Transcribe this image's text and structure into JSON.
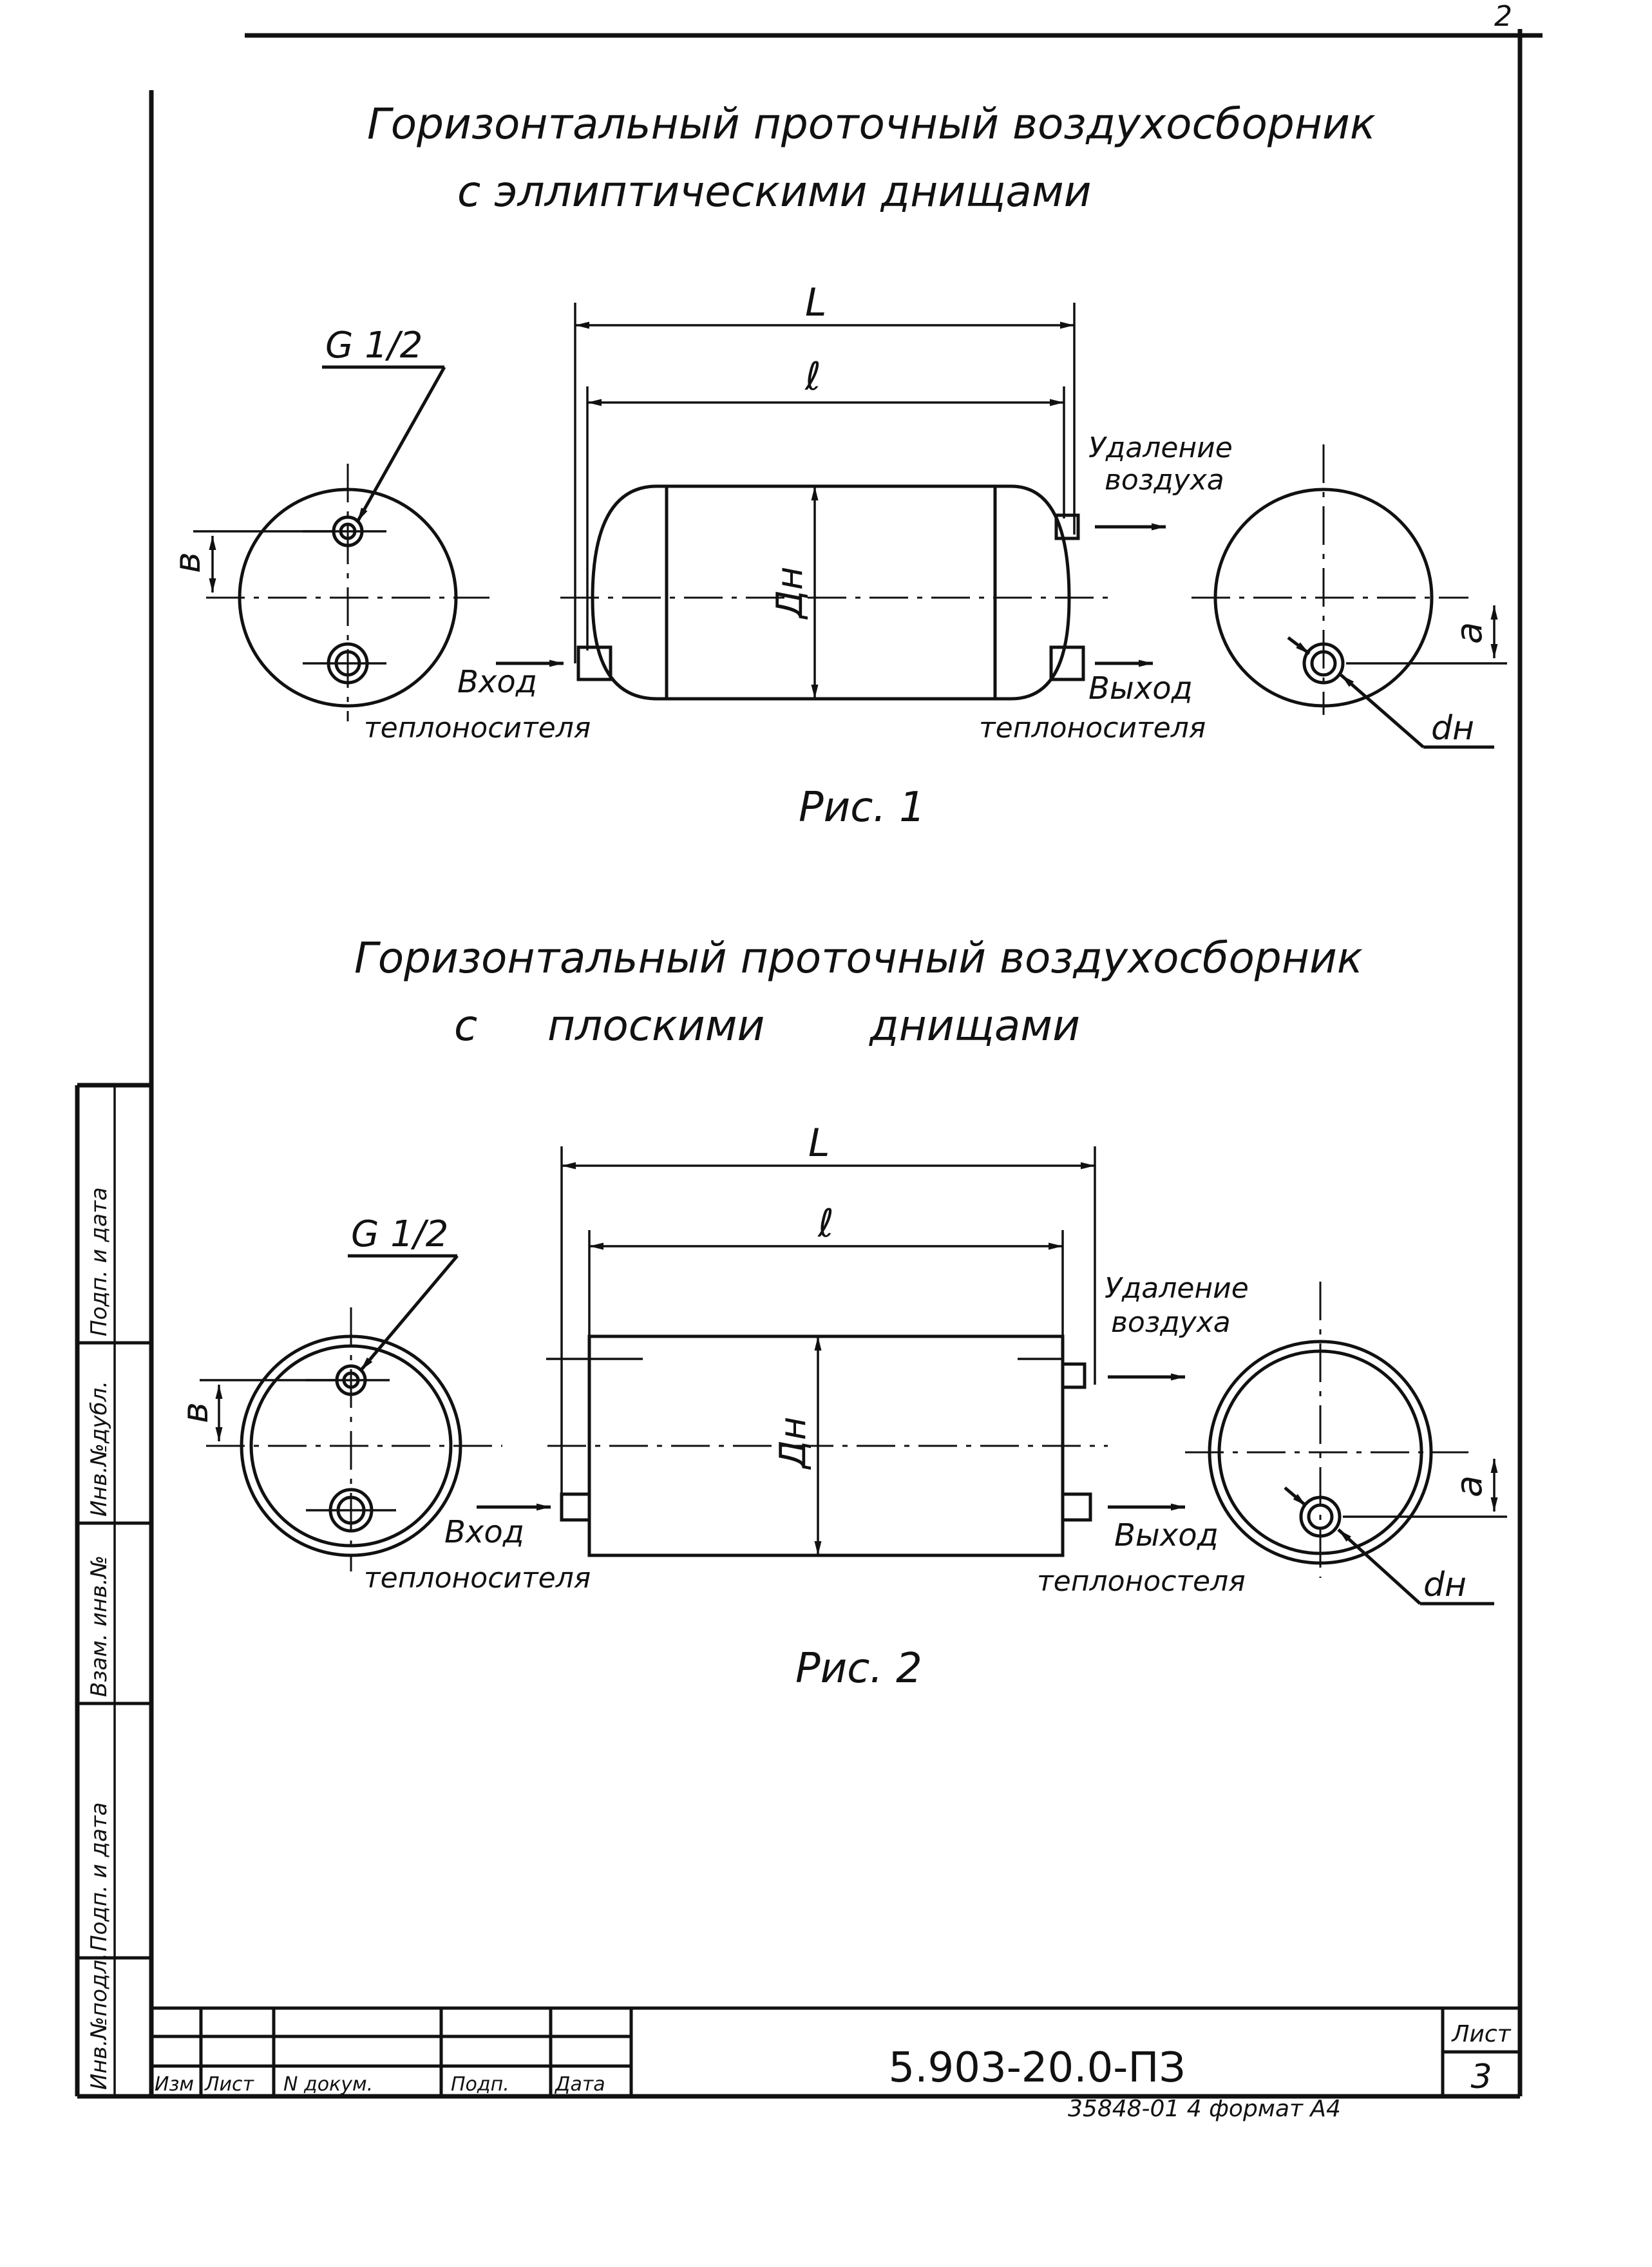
{
  "sheet_number": "2",
  "figure1": {
    "title_line1": "Горизонтальный проточный воздухосборник",
    "title_line2": "с эллиптическими днищами",
    "label_L": "L",
    "label_l": "ℓ",
    "label_G": "G 1/2",
    "label_b": "в",
    "label_Dn": "Дн",
    "label_a": "a",
    "label_dn": "dн",
    "air_removal_1": "Удаление",
    "air_removal_2": "воздуха",
    "inlet_1": "Вход",
    "inlet_2": "теплоносителя",
    "outlet_1": "Выход",
    "outlet_2": "теплоносителя",
    "caption": "Рис. 1"
  },
  "figure2": {
    "title_line1": "Горизонтальный проточный воздухосборник",
    "title_line2_a": "с",
    "title_line2_b": "плоскими",
    "title_line2_c": "днищами",
    "label_L": "L",
    "label_l": "ℓ",
    "label_G": "G 1/2",
    "label_b": "в",
    "label_Dn": "Дн",
    "label_a": "a",
    "label_dn": "dн",
    "air_removal_1": "Удаление",
    "air_removal_2": "воздуха",
    "inlet_1": "Вход",
    "inlet_2": "теплоносителя",
    "outlet_1": "Выход",
    "outlet_2": "теплоностеля",
    "caption": "Рис. 2"
  },
  "side_stamp": [
    "Инв.№подл.",
    "Подп. и дата",
    "Взам. инв.№",
    "Инв.№дубл.",
    "Подп. и дата"
  ],
  "title_block": {
    "col_izm": "Изм",
    "col_list": "Лист",
    "col_doc": "N докум.",
    "col_podp": "Подп.",
    "col_data": "Дата",
    "designation": "5.903-20.0-ПЗ",
    "sheet_label": "Лист",
    "sheet_value": "3",
    "bottom_partial": "35848-01 4 формат А4"
  }
}
